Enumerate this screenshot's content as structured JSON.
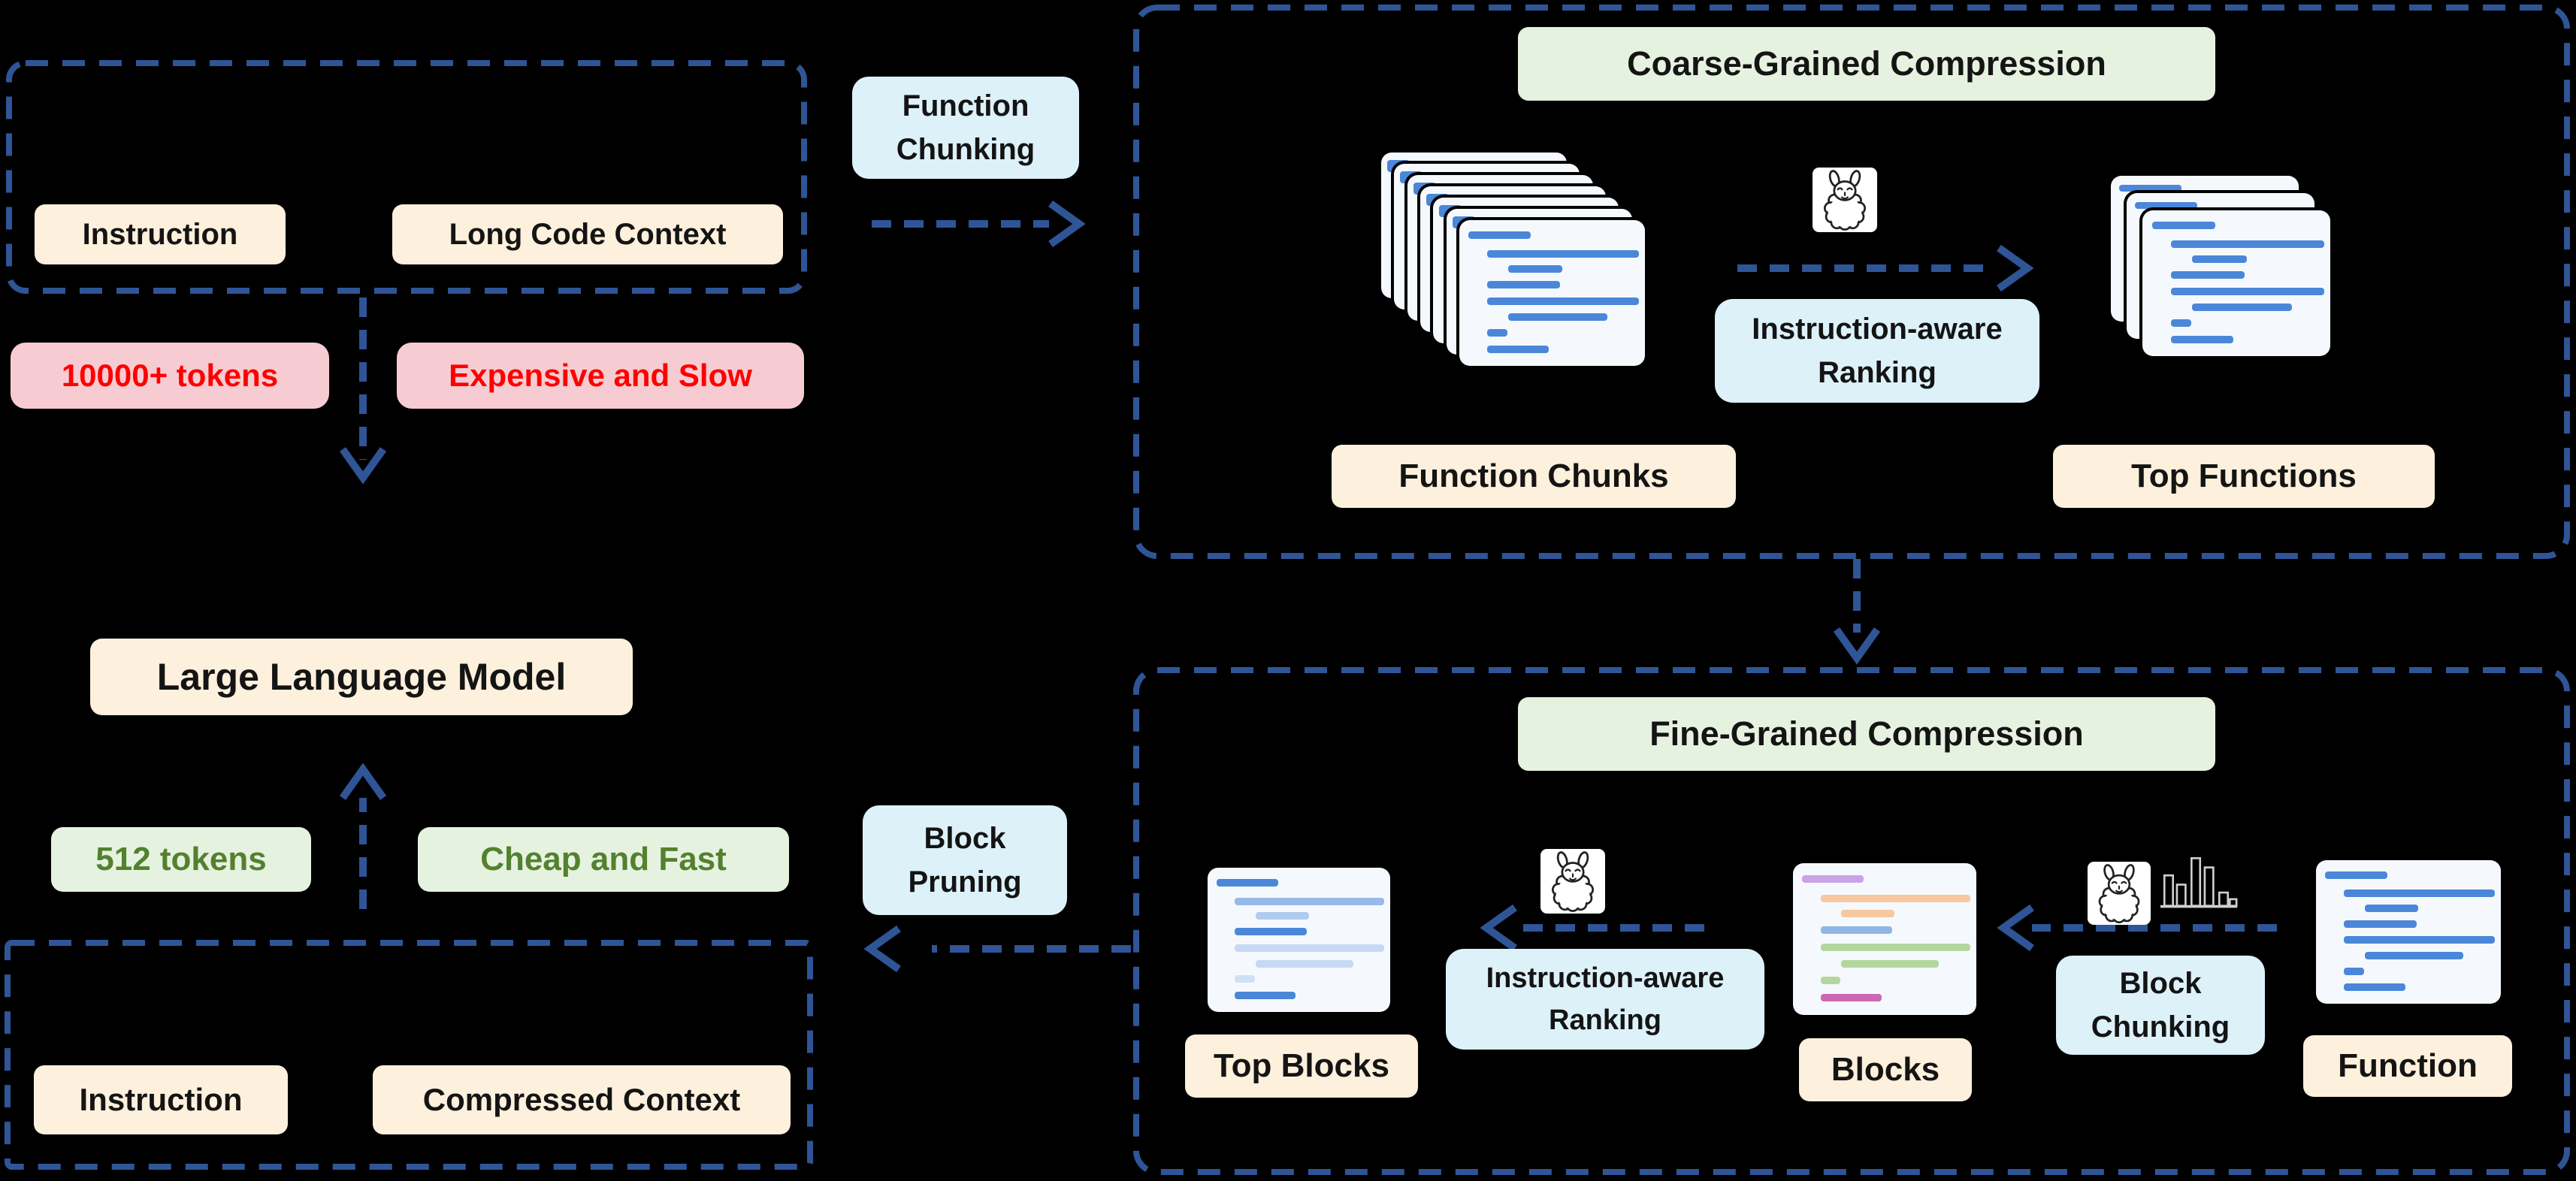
{
  "colors": {
    "background": "#000000",
    "dashed_border": "#2f5597",
    "cream_label_bg": "#fdf0dc",
    "blue_label_bg": "#ddf1f9",
    "green_label_bg": "#e6f2e0",
    "pink_label_bg": "#f6ccd2",
    "red_text": "#fe0000",
    "green_text": "#53812e",
    "code_line_blue": "#4b87d9"
  },
  "input_box": {
    "instruction": "Instruction",
    "long_code_context": "Long Code Context"
  },
  "issues": {
    "token_count": "10000+ tokens",
    "cost": "Expensive and Slow"
  },
  "function_chunking_label": "Function Chunking",
  "coarse": {
    "title": "Coarse-Grained Compression",
    "function_chunks_label": "Function Chunks",
    "ranking_label": "Instruction-aware Ranking",
    "top_functions_label": "Top Functions"
  },
  "fine": {
    "title": "Fine-Grained Compression",
    "top_blocks_label": "Top Blocks",
    "ranking_label": "Instruction-aware Ranking",
    "blocks_label": "Blocks",
    "block_chunking_label": "Block Chunking",
    "function_label": "Function"
  },
  "llm": {
    "label": "Large Language Model",
    "token_count": "512 tokens",
    "benefit": "Cheap and Fast"
  },
  "block_pruning_label": "Block Pruning",
  "output_box": {
    "instruction": "Instruction",
    "compressed_context": "Compressed Context"
  },
  "icons": {
    "llama": "llama-icon",
    "bar_chart": "bar-chart-icon"
  }
}
